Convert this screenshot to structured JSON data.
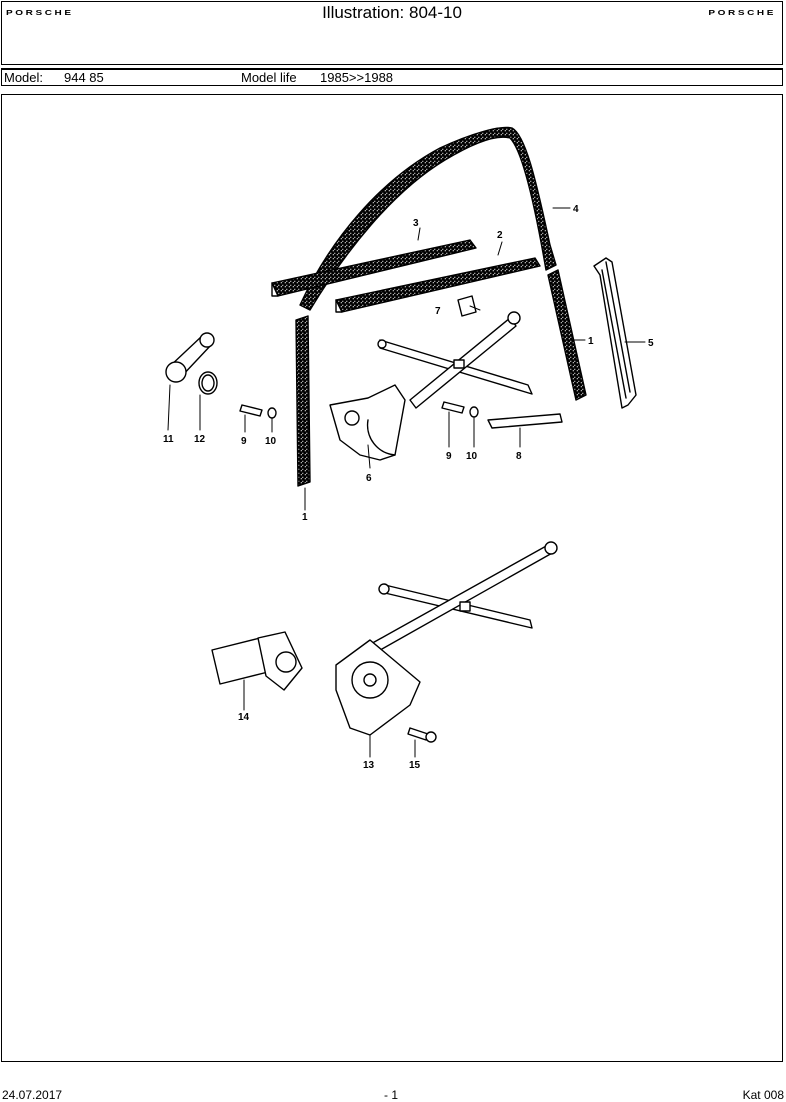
{
  "header": {
    "brand_left": "PORSCHE",
    "title": "Illustration: 804-10",
    "brand_right": "PORSCHE"
  },
  "model_row": {
    "model_label": "Model:",
    "model_value": "944 85",
    "life_label": "Model life",
    "life_value": "1985>>1988"
  },
  "callouts": [
    "1",
    "1",
    "2",
    "3",
    "4",
    "5",
    "6",
    "7",
    "8",
    "9",
    "9",
    "10",
    "10",
    "11",
    "12",
    "13",
    "14",
    "15"
  ],
  "footer": {
    "date": "24.07.2017",
    "page": "- 1",
    "catalog": "Kat 008"
  }
}
